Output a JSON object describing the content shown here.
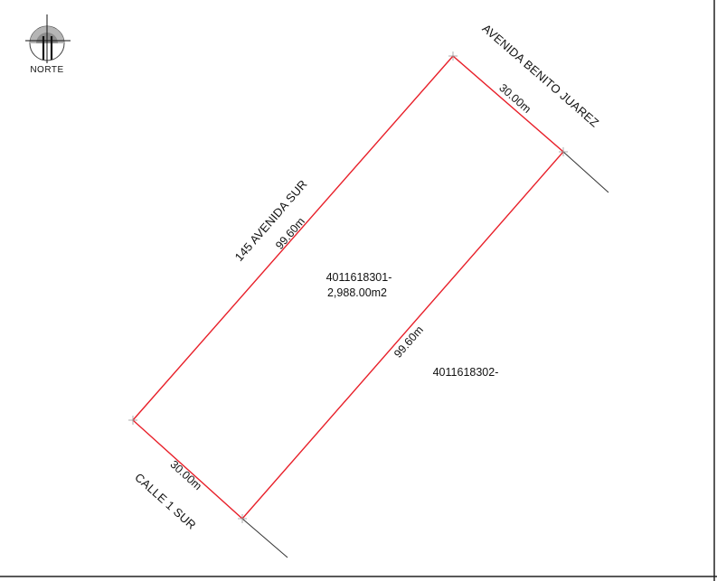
{
  "north_label": "NORTE",
  "streets": {
    "northeast": "AVENIDA BENITO JUAREZ",
    "northwest": "145 AVENIDA SUR",
    "southwest": "CALLE 1 SUR"
  },
  "dimensions": {
    "north_edge": "30.00m",
    "west_edge": "99.60m",
    "east_edge": "99.60m",
    "south_edge": "30.00m"
  },
  "lot": {
    "id": "4011618301-",
    "area": "2,988.00m2"
  },
  "neighbor_lot": {
    "id": "4011618302-"
  },
  "colors": {
    "boundary": "#e8202a",
    "line": "#333333",
    "frame": "#222222",
    "compass_gray": "#9a9a9a"
  }
}
